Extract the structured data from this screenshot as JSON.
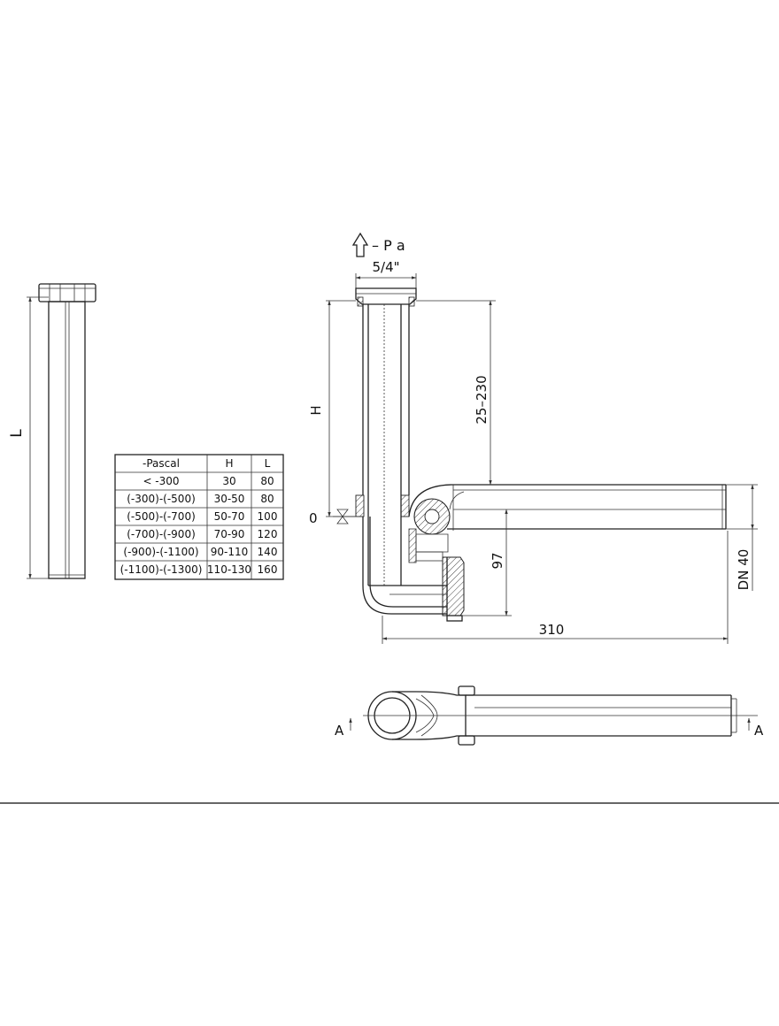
{
  "labels": {
    "pressure": "– P a",
    "thread": "5/4\"",
    "height": "H",
    "range": "25–230",
    "zero": "0",
    "depth": "97",
    "length": "310",
    "diameter": "DN 40",
    "section_left": "A",
    "section_right": "A",
    "pipe_length": "L"
  },
  "table": {
    "headers": [
      "-Pascal",
      "H",
      "L"
    ],
    "rows": [
      [
        "<  -300",
        "30",
        "80"
      ],
      [
        "(-300)-(-500)",
        "30-50",
        "80"
      ],
      [
        "(-500)-(-700)",
        "50-70",
        "100"
      ],
      [
        "(-700)-(-900)",
        "70-90",
        "120"
      ],
      [
        "(-900)-(-1100)",
        "90-110",
        "140"
      ],
      [
        "(-1100)-(-1300)",
        "110-130",
        "160"
      ]
    ]
  }
}
